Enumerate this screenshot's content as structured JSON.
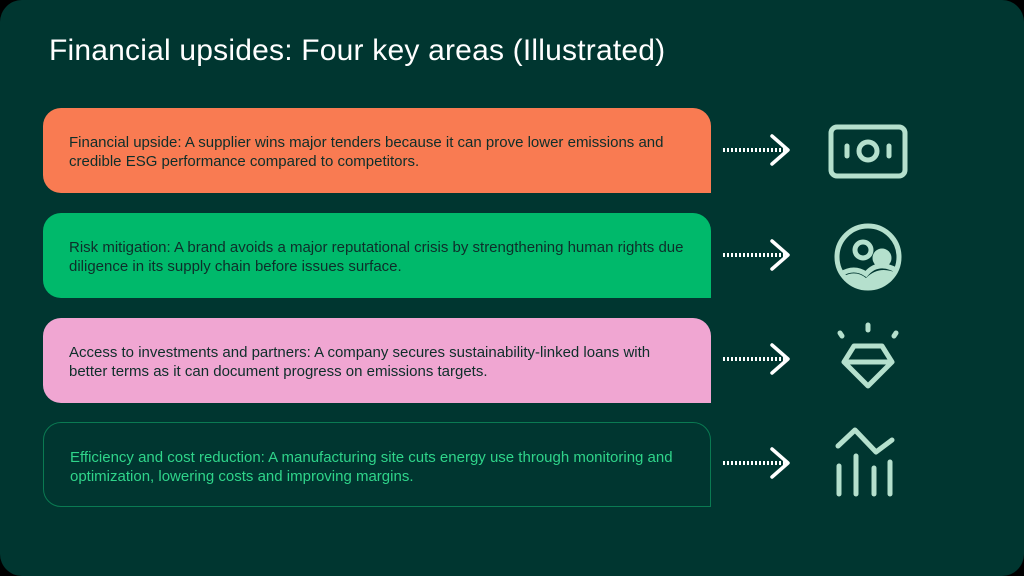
{
  "title": "Financial upsides: Four key areas (Illustrated)",
  "items": [
    {
      "text": "Financial upside: A supplier wins major tenders because it can prove lower emissions and credible ESG performance compared to competitors.",
      "icon": "money-bill-icon",
      "color": "#f97b52"
    },
    {
      "text": "Risk mitigation: A brand avoids a major reputational crisis by strengthening human rights due diligence in its supply chain before issues surface.",
      "icon": "people-community-icon",
      "color": "#00b96b"
    },
    {
      "text": "Access to investments and partners: A company secures sustainability-linked loans with better terms as it can document progress on emissions targets.",
      "icon": "diamond-icon",
      "color": "#f0a6d2"
    },
    {
      "text": "Efficiency and cost reduction: A manufacturing site cuts energy use through monitoring and optimization, lowering costs and improving margins.",
      "icon": "chart-trend-icon",
      "color": "#2fd48a"
    }
  ]
}
